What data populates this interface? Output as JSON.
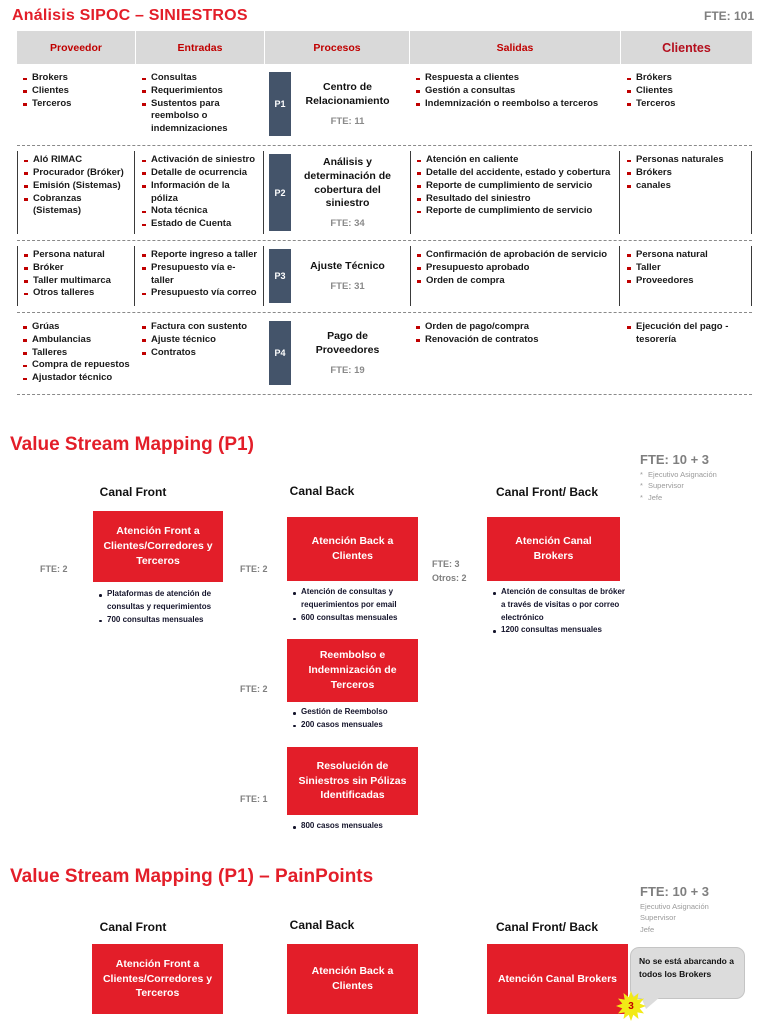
{
  "header": {
    "title": "Análisis SIPOC – SINIESTROS",
    "fte": "FTE: 101"
  },
  "sipoc": {
    "columns": [
      "Proveedor",
      "Entradas",
      "Procesos",
      "Salidas",
      "Clientes"
    ],
    "rows": [
      {
        "proveedor": [
          "Brokers",
          "Clientes",
          "Terceros"
        ],
        "entradas": [
          "Consultas",
          "Requerimientos",
          "Sustentos para reembolso o indemnizaciones"
        ],
        "proceso": {
          "badge": "P1",
          "nombre": "Centro de Relacionamiento",
          "fte": "FTE: 11"
        },
        "salidas": [
          "Respuesta a clientes",
          "Gestión a consultas",
          "Indemnización o reembolso a terceros"
        ],
        "clientes": [
          "Brókers",
          "Clientes",
          "Terceros"
        ]
      },
      {
        "proveedor": [
          "Aló RIMAC",
          "Procurador (Bróker)",
          "Emisión (Sistemas)",
          "Cobranzas (Sistemas)"
        ],
        "entradas": [
          "Activación de siniestro",
          "Detalle de ocurrencia",
          "Información de la póliza",
          "Nota técnica",
          "Estado de Cuenta"
        ],
        "proceso": {
          "badge": "P2",
          "nombre": "Análisis y determinación de cobertura del siniestro",
          "fte": "FTE: 34"
        },
        "salidas": [
          "Atención en caliente",
          "Detalle del accidente, estado y cobertura",
          "Reporte de cumplimiento de servicio",
          "Resultado del siniestro",
          "Reporte de cumplimiento de servicio"
        ],
        "clientes": [
          "Personas naturales",
          "Brókers",
          "canales"
        ]
      },
      {
        "proveedor": [
          "Persona natural",
          "Bróker",
          "Taller multimarca",
          "Otros talleres"
        ],
        "entradas": [
          "Reporte ingreso a taller",
          "Presupuesto vía e-taller",
          "Presupuesto vía correo"
        ],
        "proceso": {
          "badge": "P3",
          "nombre": "Ajuste Técnico",
          "fte": "FTE: 31"
        },
        "salidas": [
          "Confirmación de aprobación de servicio",
          "Presupuesto aprobado",
          "Orden de compra"
        ],
        "clientes": [
          "Persona natural",
          "Taller",
          "Proveedores"
        ]
      },
      {
        "proveedor": [
          "Grúas",
          "Ambulancias",
          "Talleres",
          "Compra de repuestos",
          "Ajustador técnico"
        ],
        "entradas": [
          "Factura con sustento",
          "Ajuste técnico",
          "Contratos"
        ],
        "proceso": {
          "badge": "P4",
          "nombre": "Pago de Proveedores",
          "fte": "FTE: 19"
        },
        "salidas": [
          "Orden de pago/compra",
          "Renovación de contratos"
        ],
        "clientes": [
          "Ejecución del pago - tesorería"
        ]
      }
    ]
  },
  "vsm": {
    "title": "Value Stream Mapping (P1)",
    "fte_total": "FTE: 10 + 3",
    "fte_roles": [
      "Ejecutivo Asignación",
      "Supervisor",
      "Jefe"
    ],
    "columns": [
      "Canal Front",
      "Canal Back",
      "Canal Front/ Back"
    ],
    "cards": {
      "front": {
        "title": "Atención Front a Clientes/Corredores y Terceros",
        "fte": "FTE:  2",
        "bullets": [
          "Plataformas de atención de consultas y requerimientos",
          "700 consultas mensuales"
        ]
      },
      "back1": {
        "title": "Atención Back a Clientes",
        "fte": "FTE: 2",
        "bullets": [
          "Atención de consultas y requerimientos por email",
          "600 consultas mensuales"
        ]
      },
      "frontback": {
        "title": "Atención Canal Brokers",
        "fte": "FTE: 3",
        "otros": "Otros: 2",
        "bullets": [
          "Atención de consultas de bróker a través de visitas o por correo electrónico",
          "1200 consultas mensuales"
        ]
      },
      "back2": {
        "title": "Reembolso e Indemnización de Terceros",
        "fte": "FTE: 2",
        "bullets": [
          "Gestión de Reembolso",
          "200 casos mensuales"
        ]
      },
      "back3": {
        "title": "Resolución de Siniestros sin Pólizas Identificadas",
        "fte": "FTE: 1",
        "bullets": [
          "800 casos mensuales"
        ]
      }
    }
  },
  "painpoints": {
    "title": "Value Stream Mapping (P1) – PainPoints",
    "fte_total": "FTE: 10 + 3",
    "fte_roles": [
      "Ejecutivo Asignación",
      "Supervisor",
      "Jefe"
    ],
    "columns": [
      "Canal Front",
      "Canal Back",
      "Canal Front/ Back"
    ],
    "cards": [
      "Atención Front a Clientes/Corredores y Terceros",
      "Atención Back a Clientes",
      "Atención Canal Brokers"
    ],
    "callout": {
      "text": "No se está abarcando a todos los Brokers",
      "badge": "3"
    }
  },
  "colors": {
    "brand_red": "#e31e29",
    "bullet_red": "#c00000",
    "badge_blue": "#44546a",
    "header_gray": "#d9d9d9",
    "muted_gray": "#7f7f7f",
    "callout_yellow": "#f2ea16"
  }
}
